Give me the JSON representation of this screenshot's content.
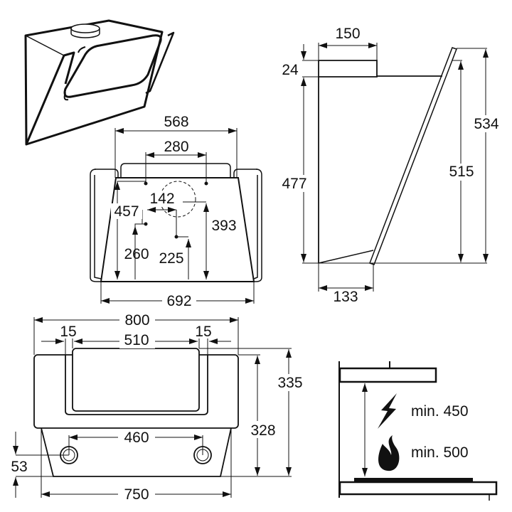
{
  "front_view": {
    "dims": {
      "width_top": "568",
      "hole_spacing": "280",
      "offset": "142",
      "height_left": "457",
      "height_260": "260",
      "height_225": "225",
      "height_393": "393",
      "width_bottom": "692"
    }
  },
  "side_view": {
    "dims": {
      "duct_width": "150",
      "duct_height": "24",
      "body_height": "477",
      "glass_height": "515",
      "total_height": "534",
      "depth_bottom": "133"
    }
  },
  "bottom_view": {
    "dims": {
      "total_width": "800",
      "margin_left": "15",
      "window_width": "510",
      "margin_right": "15",
      "hole_spacing": "460",
      "hole_offset": "53",
      "base_width": "750",
      "depth_328": "328",
      "depth_335": "335"
    }
  },
  "clearance": {
    "electric_label": "min. 450",
    "gas_label": "min. 500"
  },
  "colors": {
    "line": "#111111",
    "background": "#ffffff"
  }
}
